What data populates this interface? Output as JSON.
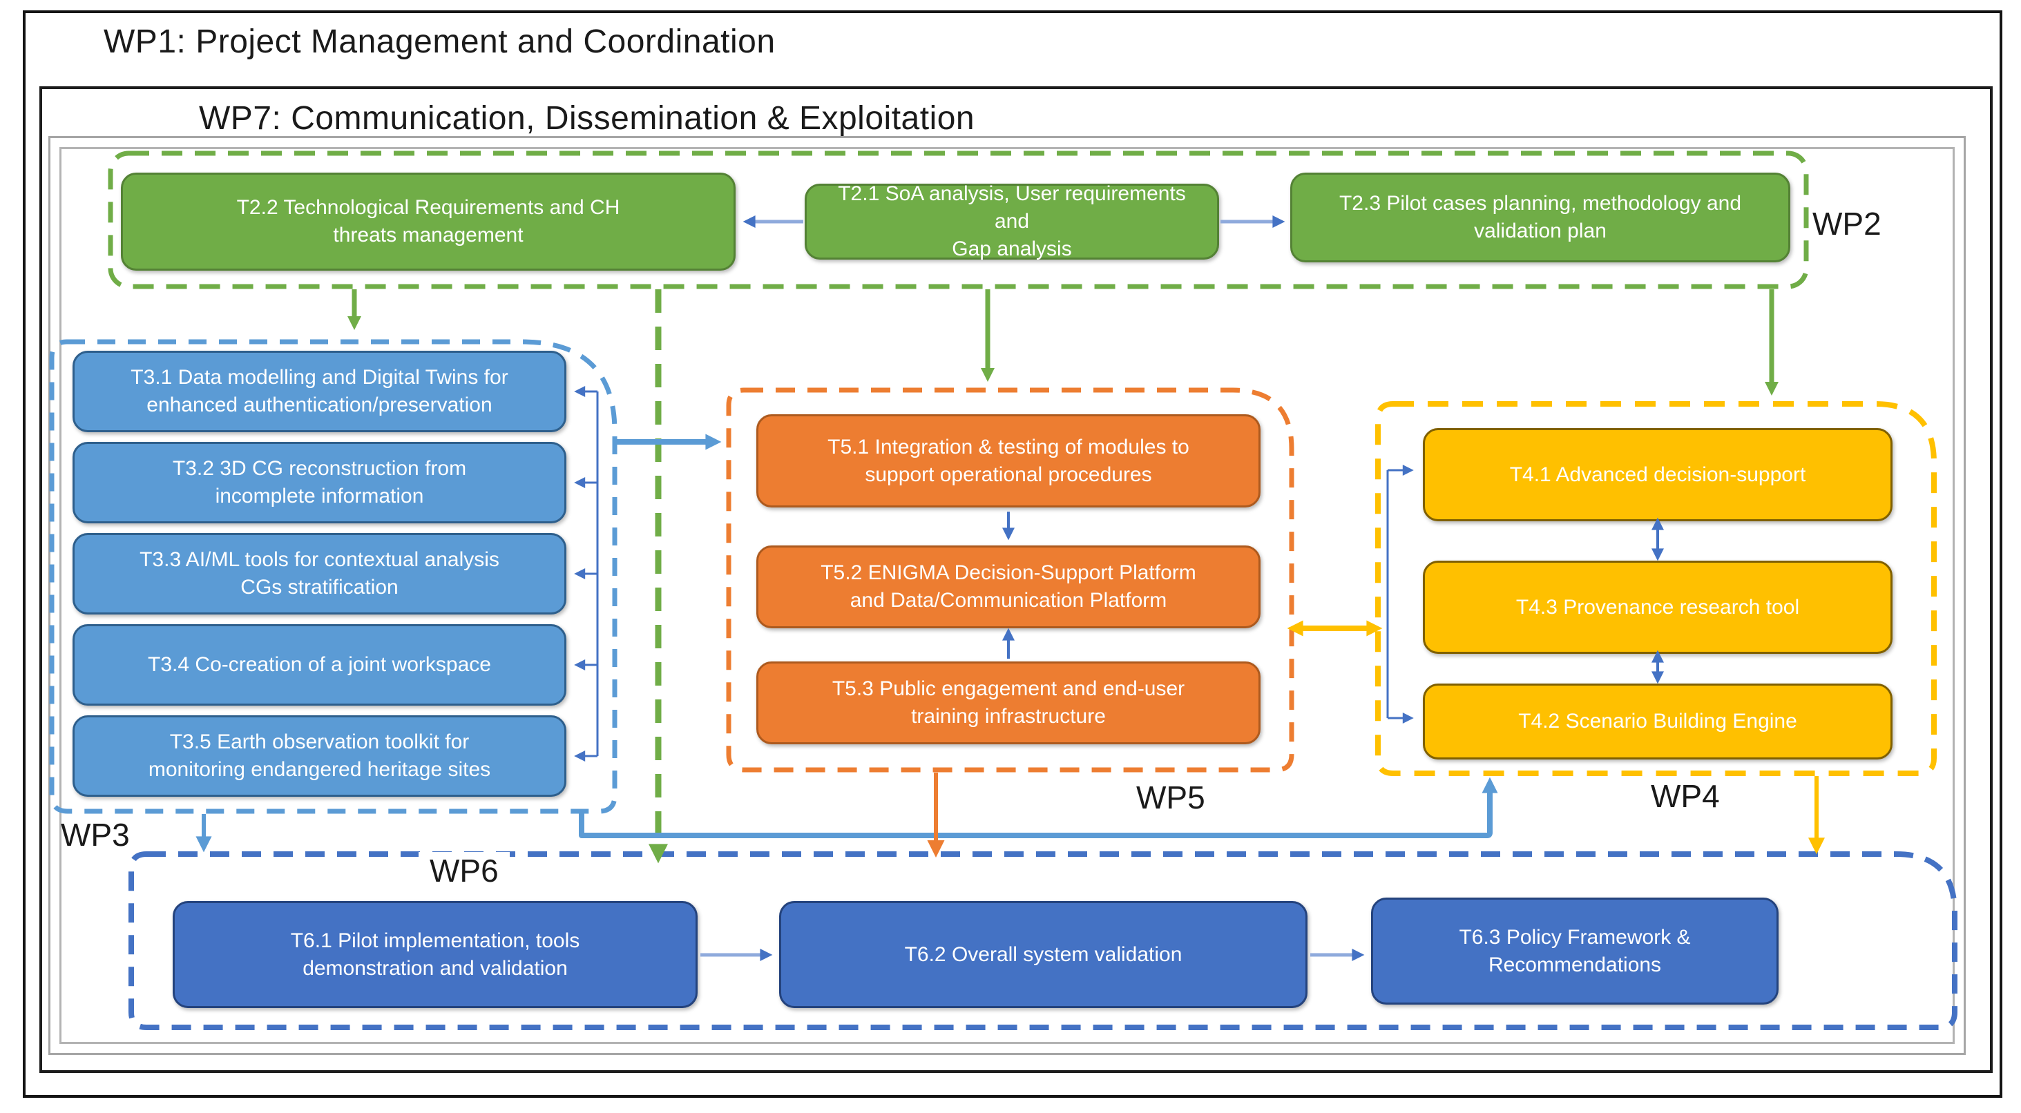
{
  "titles": {
    "wp1": "WP1: Project Management and Coordination",
    "wp7": "WP7: Communication, Dissemination & Exploitation"
  },
  "groups": {
    "wp2": {
      "label": "WP2",
      "tasks": {
        "t21": "T2.1 SoA analysis, User requirements and\nGap analysis",
        "t22": "T2.2 Technological Requirements and CH\nthreats management",
        "t23": "T2.3 Pilot cases planning, methodology and\nvalidation plan"
      }
    },
    "wp3": {
      "label": "WP3",
      "tasks": {
        "t31": "T3.1 Data modelling and Digital Twins for\nenhanced authentication/preservation",
        "t32": "T3.2 3D CG reconstruction from\nincomplete information",
        "t33": "T3.3 AI/ML tools for contextual analysis\nCGs stratification",
        "t34": "T3.4 Co-creation of a joint workspace",
        "t35": "T3.5 Earth observation toolkit for\nmonitoring endangered heritage sites"
      }
    },
    "wp4": {
      "label": "WP4",
      "tasks": {
        "t41": "T4.1 Advanced decision-support",
        "t43": "T4.3 Provenance research tool",
        "t42": "T4.2 Scenario Building Engine"
      }
    },
    "wp5": {
      "label": "WP5",
      "tasks": {
        "t51": "T5.1 Integration & testing of modules to\nsupport operational procedures",
        "t52": "T5.2 ENIGMA Decision-Support Platform\nand Data/Communication Platform",
        "t53": "T5.3 Public engagement and end-user\ntraining infrastructure"
      }
    },
    "wp6": {
      "label": "WP6",
      "tasks": {
        "t61": "T6.1 Pilot implementation, tools\ndemonstration and validation",
        "t62": "T6.2 Overall system validation",
        "t63": "T6.3 Policy Framework &\nRecommendations"
      }
    }
  },
  "colors": {
    "green": "#70AD47",
    "green_border": "#548235",
    "sky_blue": "#5B9BD5",
    "sky_blue_border": "#2E5F8C",
    "royal_blue": "#4472C4",
    "royal_blue_border": "#24437D",
    "orange": "#ED7D31",
    "orange_border": "#AD5A1E",
    "yellow": "#FFC000",
    "yellow_border": "#806000",
    "connector_light_blue": "#8FAADC",
    "connector_dark_blue": "#4472C4",
    "frame_gray": "#A6A6A6",
    "frame_black": "#141414"
  }
}
